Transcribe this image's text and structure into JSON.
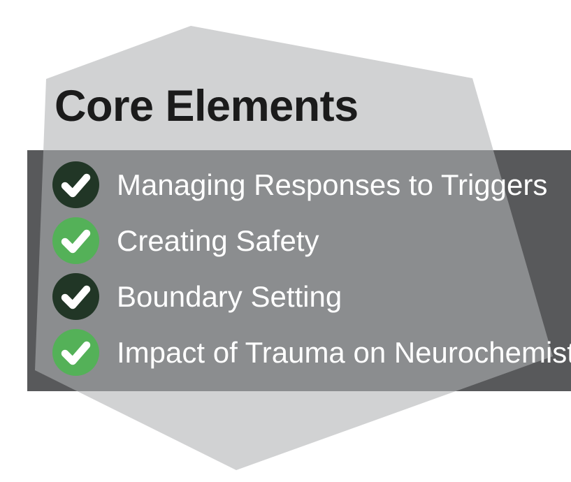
{
  "slide": {
    "title": "Core Elements",
    "items": [
      {
        "label": "Managing Responses to Triggers",
        "icon": "checkmark-icon",
        "check_color": "#213626"
      },
      {
        "label": "Creating Safety",
        "icon": "checkmark-icon",
        "check_color": "#54B158"
      },
      {
        "label": "Boundary Setting",
        "icon": "checkmark-icon",
        "check_color": "#213626"
      },
      {
        "label": "Impact of Trauma on Neurochemistry",
        "icon": "checkmark-icon",
        "check_color": "#54B158"
      }
    ]
  },
  "colors": {
    "background": "#ffffff",
    "polygon_gray": "#d1d3d4",
    "polygon_overlay_base": "#b0b2b3",
    "band_gray": "#58595b",
    "band_overlap_gray": "#8b8d8f",
    "check_dark_green": "#213626",
    "check_light_green": "#54B158",
    "checkmark": "#ffffff",
    "title_text": "#1b1b1b",
    "item_text": "#ffffff"
  }
}
